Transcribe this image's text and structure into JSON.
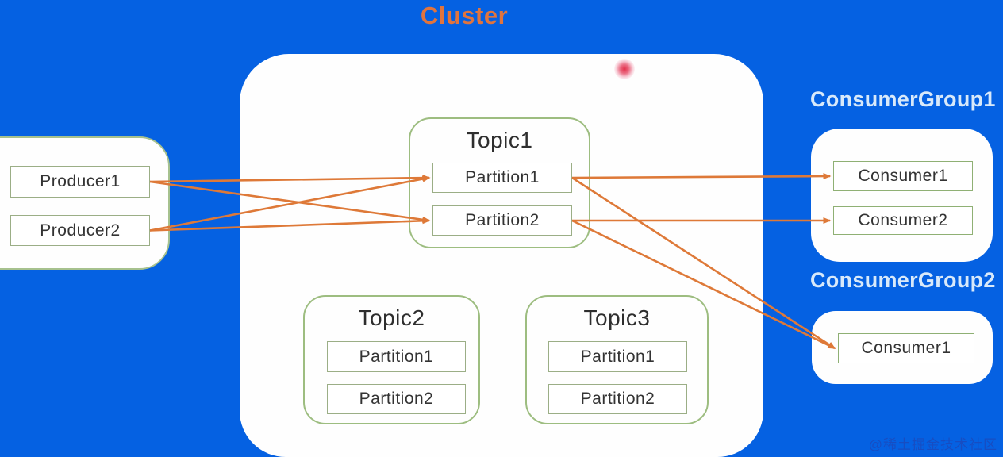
{
  "cluster": {
    "title": "Cluster"
  },
  "producers": {
    "items": [
      {
        "label": "Producer1"
      },
      {
        "label": "Producer2"
      }
    ]
  },
  "topics": [
    {
      "title": "Topic1",
      "partitions": [
        "Partition1",
        "Partition2"
      ]
    },
    {
      "title": "Topic2",
      "partitions": [
        "Partition1",
        "Partition2"
      ]
    },
    {
      "title": "Topic3",
      "partitions": [
        "Partition1",
        "Partition2"
      ]
    }
  ],
  "consumer_groups": [
    {
      "title": "ConsumerGroup1",
      "consumers": [
        "Consumer1",
        "Consumer2"
      ]
    },
    {
      "title": "ConsumerGroup2",
      "consumers": [
        "Consumer1"
      ]
    }
  ],
  "connections": [
    {
      "from": "producer1-box",
      "to": "topic1-partition1-box"
    },
    {
      "from": "producer1-box",
      "to": "topic1-partition2-box"
    },
    {
      "from": "producer2-box",
      "to": "topic1-partition1-box"
    },
    {
      "from": "producer2-box",
      "to": "topic1-partition2-box"
    },
    {
      "from": "topic1-partition1-box",
      "to": "cg1-consumer1-box"
    },
    {
      "from": "topic1-partition2-box",
      "to": "cg1-consumer2-box"
    },
    {
      "from": "topic1-partition1-box",
      "to": "cg2-consumer1-box"
    },
    {
      "from": "topic1-partition2-box",
      "to": "cg2-consumer1-box"
    }
  ],
  "watermark": "@稀土掘金技术社区",
  "colors": {
    "background": "#0561E2",
    "cluster_title": "#E0743E",
    "arrow": "#DE7938",
    "topic_border": "#9DBD80",
    "box_border": "#9BAE86",
    "consumer_group_title": "#D8E9FA",
    "laser_dot": "#E22642"
  }
}
